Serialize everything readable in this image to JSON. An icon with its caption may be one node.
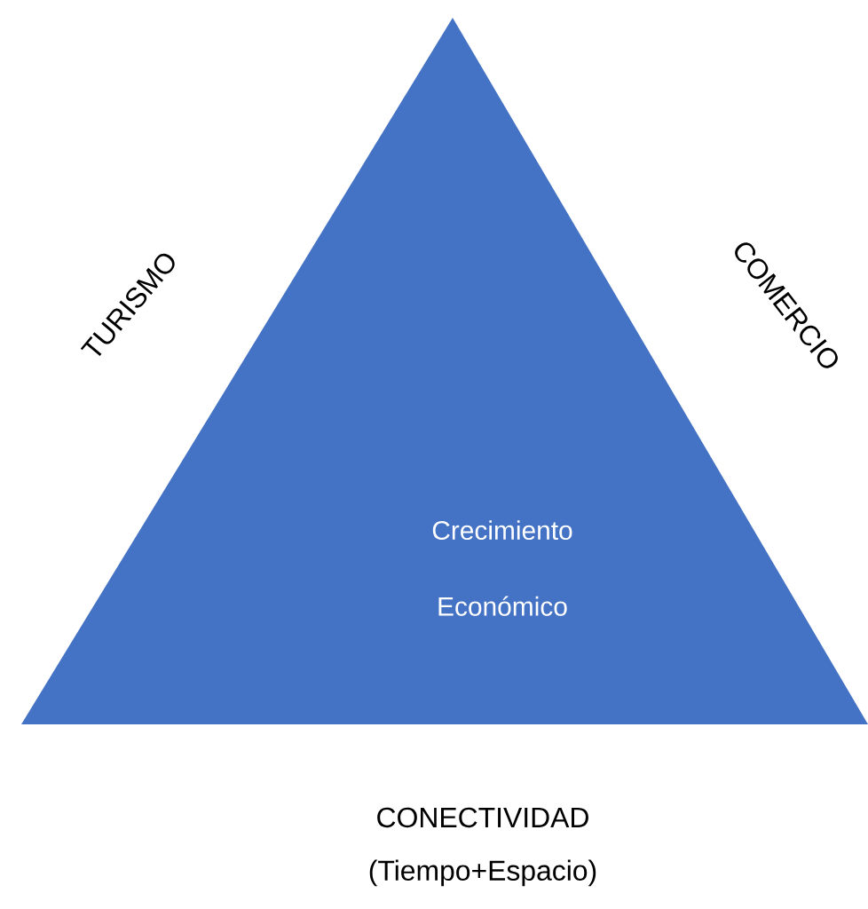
{
  "diagram": {
    "nodes": [
      {
        "text": [
          "Crecimiento Económico"
        ]
      }
    ],
    "labels": [
      "TURISMO",
      "COMERCIO",
      "CONECTIVIDAD (Tiempo+Espacio)"
    ]
  }
}
